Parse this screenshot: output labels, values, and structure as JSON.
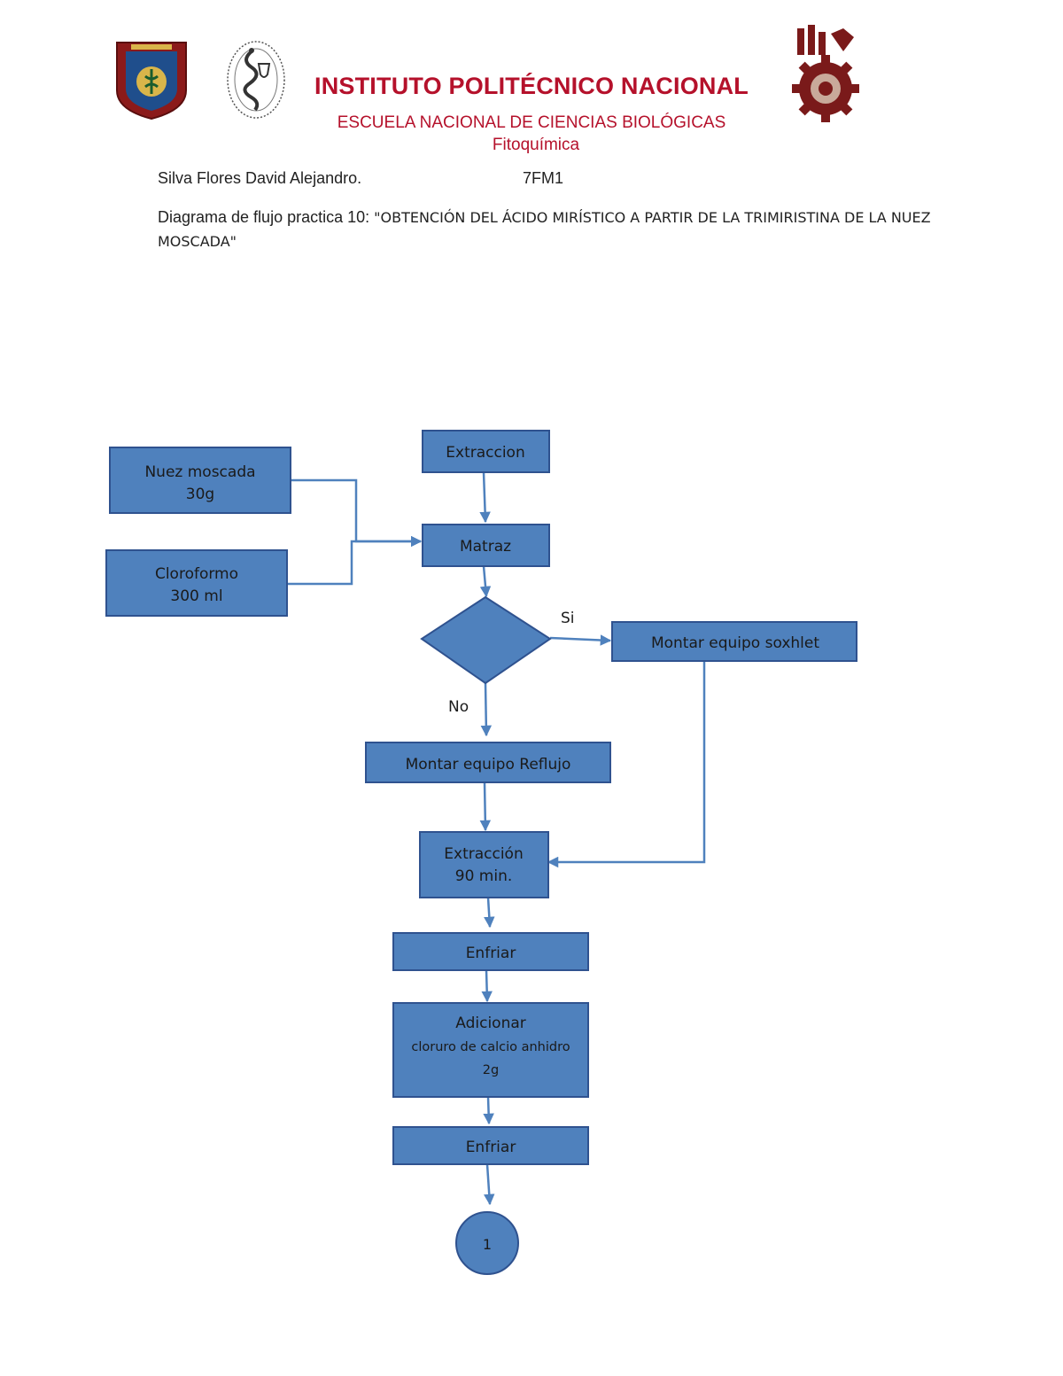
{
  "header": {
    "institution": "INSTITUTO POLITÉCNICO NACIONAL",
    "school": "ESCUELA NACIONAL DE CIENCIAS BIOLÓGICAS",
    "subject": "Fitoquímica",
    "student": "Silva Flores David Alejandro.",
    "group": "7FM1",
    "description_prefix": "Diagrama de flujo practica 10:",
    "description_title": "\"OBTENCIÓN DEL ÁCIDO MIRÍSTICO A PARTIR DE LA TRIMIRISTINA DE LA NUEZ MOSCADA\""
  },
  "logos": {
    "left1": "encb-shield-logo",
    "left2": "pharmacy-serpent-seal",
    "right": "ipn-gear-logo"
  },
  "colors": {
    "box_fill": "#4f81bd",
    "box_stroke": "#2f528f",
    "arrow": "#4f81bd",
    "title_red": "#b5112b",
    "text_dark": "#1a1a1a"
  },
  "flow": {
    "nuez": [
      "Nuez moscada",
      "30g"
    ],
    "cloroformo": [
      "Cloroformo",
      "300 ml"
    ],
    "extraccion_top": [
      "Extraccion"
    ],
    "matraz": [
      "Matraz"
    ],
    "si_label": "Si",
    "no_label": "No",
    "soxhlet": [
      "Montar equipo soxhlet"
    ],
    "reflujo": [
      "Montar equipo Reflujo"
    ],
    "extraccion90": [
      "Extracción",
      "90 min."
    ],
    "enfriar1": [
      "Enfriar"
    ],
    "adicionar": [
      "Adicionar",
      "cloruro de calcio anhidro",
      "2g"
    ],
    "enfriar2": [
      "Enfriar"
    ],
    "connector": "1"
  }
}
